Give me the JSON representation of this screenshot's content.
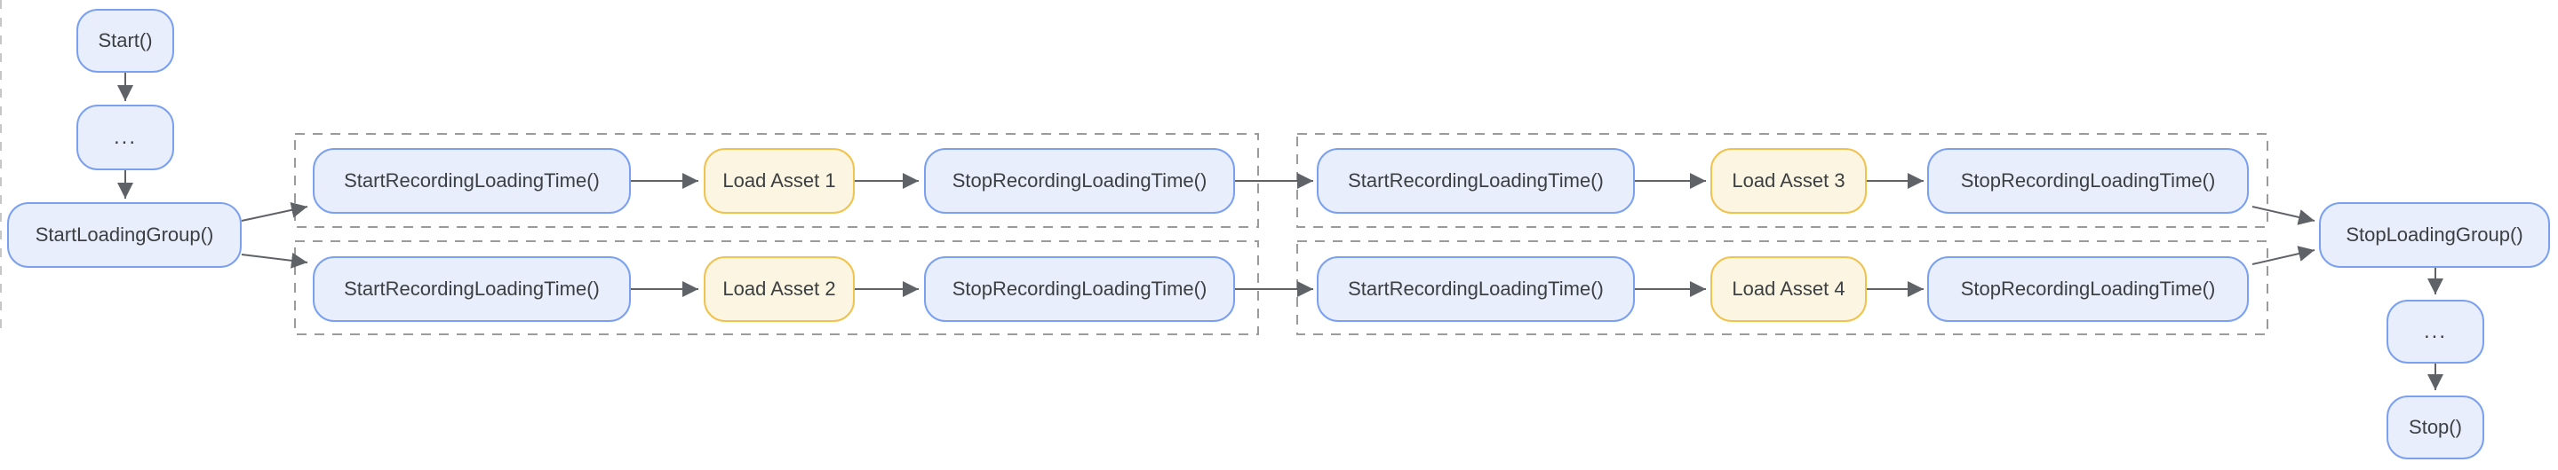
{
  "diagram_type": "flowchart",
  "colors": {
    "background": "#ffffff",
    "blue_node_fill": "#e8eefc",
    "blue_node_border": "#7ba0f2",
    "yellow_node_fill": "#fcf5e1",
    "yellow_node_border": "#f0c24e",
    "dashed_box_border": "#9b9b9b",
    "arrow": "#5f6368",
    "node_text": "#3c4043"
  },
  "nodes": {
    "start": "Start()",
    "ellipsis_left": "...",
    "start_loading_group": "StartLoadingGroup()",
    "g1r1_start": "StartRecordingLoadingTime()",
    "g1r1_load": "Load Asset 1",
    "g1r1_stop": "StopRecordingLoadingTime()",
    "g1r2_start": "StartRecordingLoadingTime()",
    "g1r2_load": "Load Asset 2",
    "g1r2_stop": "StopRecordingLoadingTime()",
    "g2r1_start": "StartRecordingLoadingTime()",
    "g2r1_load": "Load Asset 3",
    "g2r1_stop": "StopRecordingLoadingTime()",
    "g2r2_start": "StartRecordingLoadingTime()",
    "g2r2_load": "Load Asset 4",
    "g2r2_stop": "StopRecordingLoadingTime()",
    "stop_loading_group": "StopLoadingGroup()",
    "ellipsis_right": "...",
    "stop": "Stop()"
  }
}
